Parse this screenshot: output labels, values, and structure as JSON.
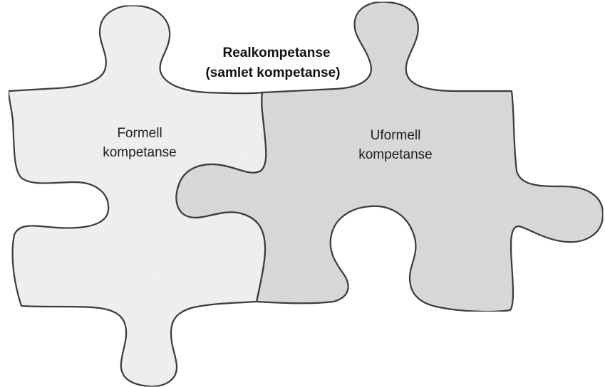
{
  "diagram": {
    "title_line1": "Realkompetanse",
    "title_line2": "(samlet kompetanse)",
    "left_piece": {
      "label_line1": "Formell",
      "label_line2": "kompetanse",
      "fill_color": "#f1f1f1"
    },
    "right_piece": {
      "label_line1": "Uformell",
      "label_line2": "kompetanse",
      "fill_color": "#d9d9d9"
    },
    "outline_color": "#2a2a2a"
  }
}
